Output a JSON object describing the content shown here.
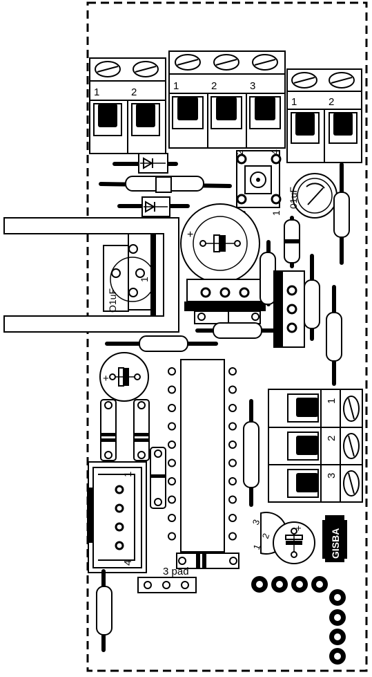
{
  "terminals": {
    "tb1": [
      "1",
      "2"
    ],
    "tb2": [
      "1",
      "2",
      "3"
    ],
    "tb3": [
      "1",
      "2"
    ],
    "tb4": [
      "1",
      "2",
      "3"
    ]
  },
  "labels": {
    "cap_small": "O1uF",
    "cap_small_digit": "1",
    "cap_pot": "01uF",
    "switch_pins": [
      "2",
      "4",
      "3",
      "1"
    ],
    "transistor_pins": [
      "1",
      "2",
      "3"
    ],
    "header_connector": [
      "1",
      "4"
    ],
    "pad_label": "3 pad",
    "logo": "GISBA"
  },
  "colors": {
    "ink": "#000000",
    "paper": "#ffffff"
  }
}
